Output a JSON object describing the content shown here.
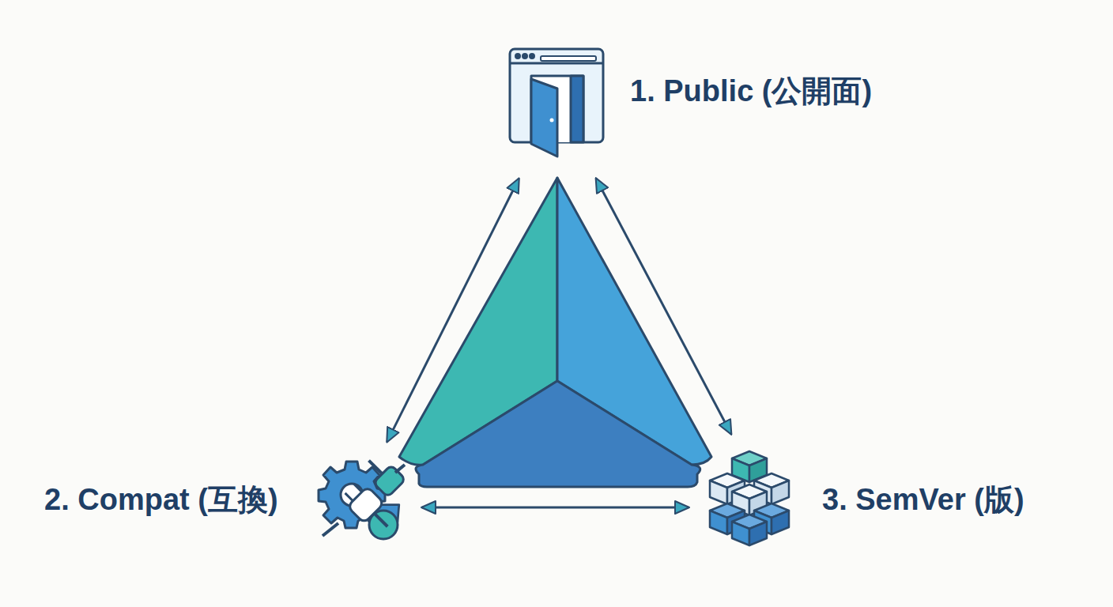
{
  "diagram": {
    "nodes": [
      {
        "text": [
          "1. Public (公開面)"
        ]
      },
      {
        "text": [
          "2. Compat (互換)"
        ]
      },
      {
        "text": [
          "3. SemVer (版)"
        ]
      }
    ],
    "edges": [
      {
        "from": 0,
        "to": 1,
        "arrow": "both"
      },
      {
        "from": 0,
        "to": 2,
        "arrow": "both"
      },
      {
        "from": 1,
        "to": 2,
        "arrow": "both"
      }
    ]
  }
}
